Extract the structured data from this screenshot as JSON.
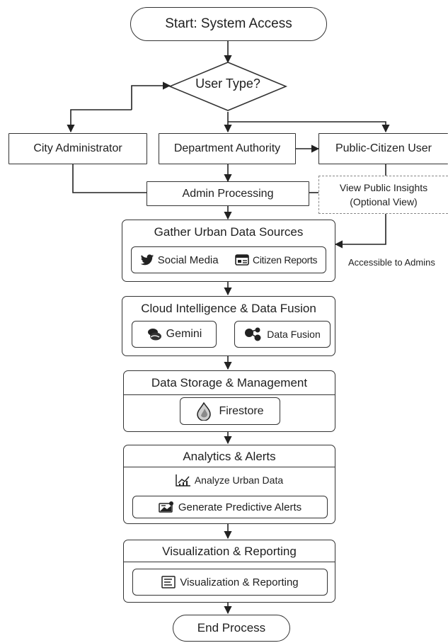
{
  "start": "Start: System Access",
  "decision": "User Type?",
  "users": {
    "admin": "City Administrator",
    "department": "Department Authority",
    "citizen": "Public-Citizen User"
  },
  "admin_processing": "Admin Processing",
  "public_insights": {
    "line1": "View Public Insights",
    "line2": "(Optional View)"
  },
  "gather": {
    "title": "Gather Urban Data Sources",
    "social": "Social Media",
    "reports": "Citizen Reports",
    "note": "Accessible to Admins"
  },
  "cloud": {
    "title": "Cloud Intelligence & Data Fusion",
    "gemini": "Gemini",
    "fusion": "Data Fusion"
  },
  "storage": {
    "title": "Data Storage & Management",
    "firestore": "Firestore"
  },
  "analytics": {
    "title": "Analytics & Alerts",
    "analyze": "Analyze Urban Data",
    "alerts": "Generate Predictive Alerts"
  },
  "visualization": {
    "title": "Visualization & Reporting",
    "item": "Visualization & Reporting"
  },
  "end": "End Process",
  "icons": {
    "social": "twitter-bird-icon",
    "reports": "report-card-icon",
    "gemini": "gemini-icon",
    "fusion": "data-fusion-icon",
    "firestore": "firestore-flame-icon",
    "analyze": "line-chart-icon",
    "alerts": "alert-card-icon",
    "visualization": "document-lines-icon"
  }
}
